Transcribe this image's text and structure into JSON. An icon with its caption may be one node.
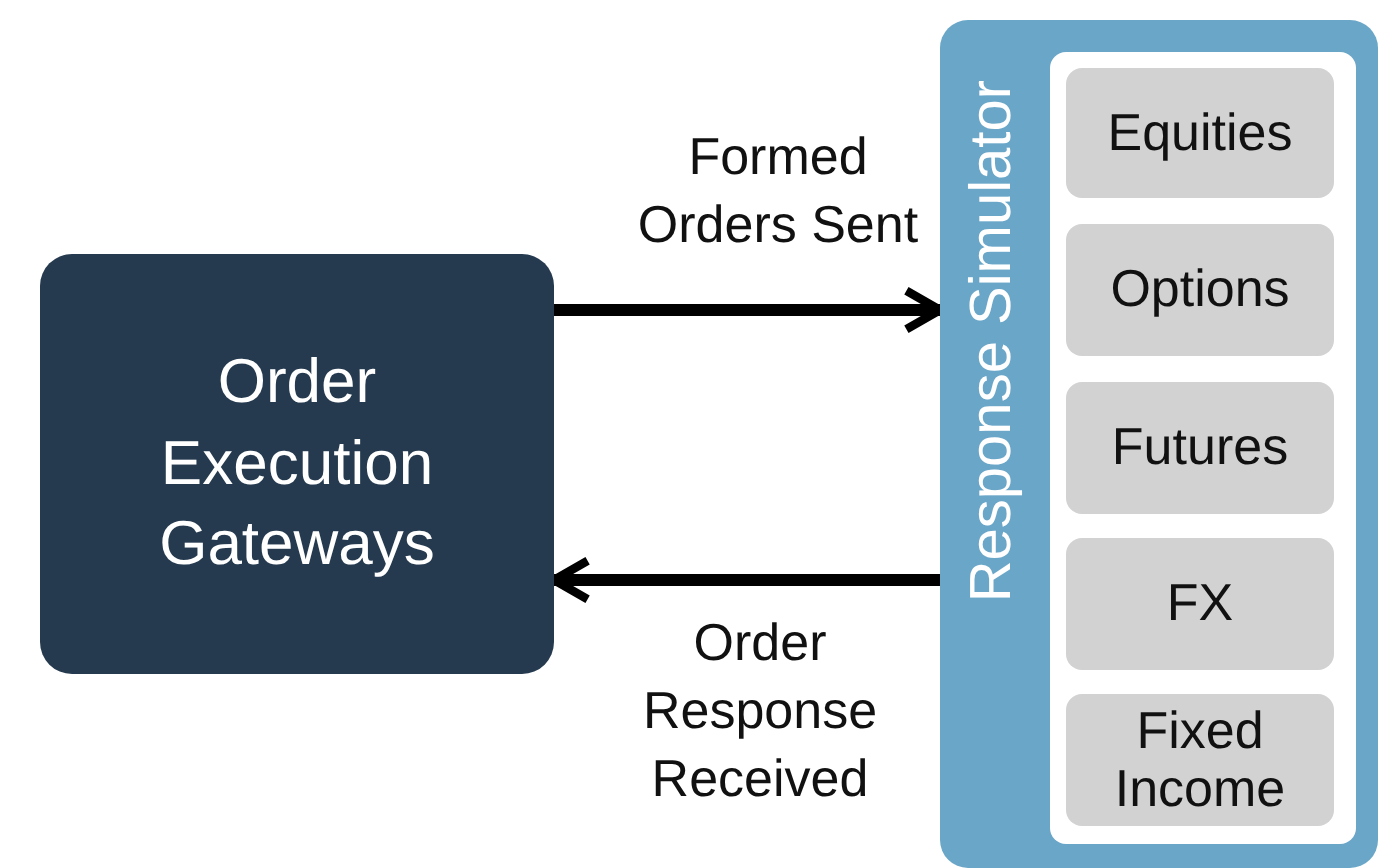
{
  "diagram": {
    "nodes": [
      {
        "text": [
          "Order Execution Gateways"
        ]
      },
      {
        "text": [
          "Response Simulator"
        ]
      },
      {
        "text": [
          "Equities"
        ],
        "in": 1
      },
      {
        "text": [
          "Options"
        ],
        "in": 1
      },
      {
        "text": [
          "Futures"
        ],
        "in": 1
      },
      {
        "text": [
          "FX"
        ],
        "in": 1
      },
      {
        "text": [
          "Fixed Income"
        ],
        "in": 1
      }
    ],
    "edges": [
      {
        "from": 0,
        "to": 1,
        "arrow": "to",
        "label": "Formed Orders Sent"
      },
      {
        "from": 1,
        "to": 0,
        "arrow": "to",
        "label": "Order Response Received"
      }
    ]
  }
}
